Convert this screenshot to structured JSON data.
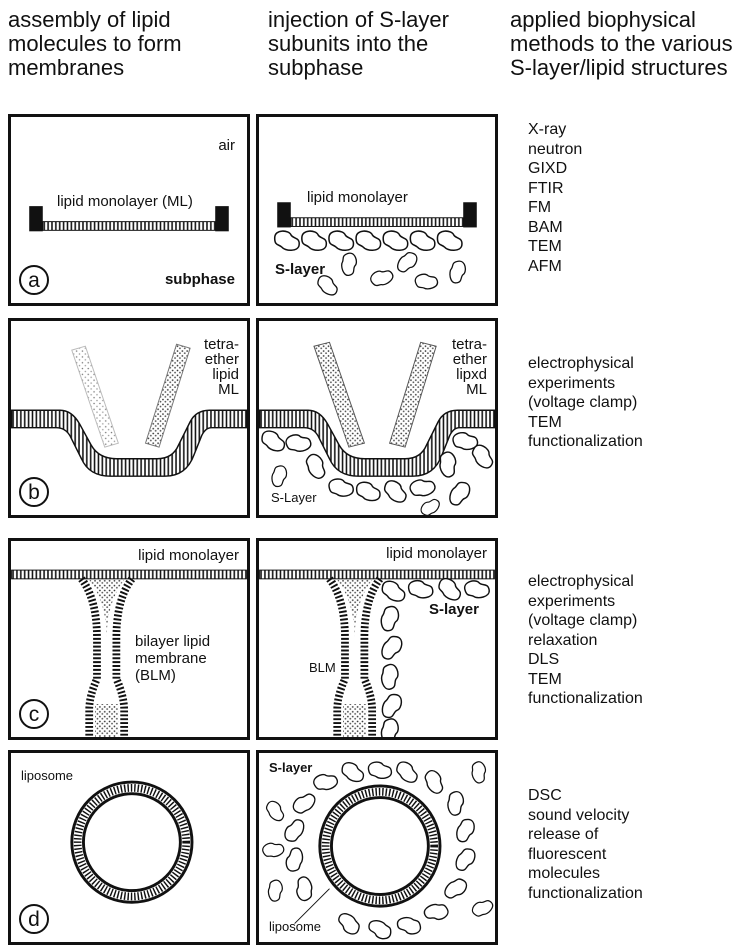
{
  "headers": {
    "col1": "assembly of  lipid\nmolecules to form\nmembranes",
    "col2": "injection of S-layer\nsubunits into the\nsubphase",
    "col3": "applied biophysical\nmethods to the various\nS-layer/lipid structures"
  },
  "rows": [
    {
      "letter": "a",
      "left": {
        "air": "air",
        "ml": "lipid monolayer (ML)",
        "subphase": "subphase"
      },
      "right": {
        "ml": "lipid monolayer",
        "slayer": "S-layer"
      },
      "methods": [
        "X-ray",
        "neutron",
        "GIXD",
        "FTIR",
        "FM",
        "BAM",
        "TEM",
        "AFM"
      ]
    },
    {
      "letter": "b",
      "left": {
        "ml": "tetra-\nether\nlipid\nML"
      },
      "right": {
        "ml": "tetra-\nether\nlipxd\nML",
        "slayer": "S-Layer"
      },
      "methods": [
        "electrophysical",
        "experiments",
        "(voltage clamp)",
        "TEM",
        "functionalization"
      ]
    },
    {
      "letter": "c",
      "left": {
        "ml": "lipid monolayer",
        "blm": "bilayer lipid\nmembrane\n(BLM)"
      },
      "right": {
        "ml": "lipid monolayer",
        "slayer": "S-layer",
        "blm": "BLM"
      },
      "methods": [
        "electrophysical",
        "experiments",
        "(voltage clamp)",
        "relaxation",
        "DLS",
        "TEM",
        "functionalization"
      ]
    },
    {
      "letter": "d",
      "left": {
        "liposome": "liposome"
      },
      "right": {
        "slayer": "S-layer",
        "liposome": "liposome"
      },
      "methods": [
        "DSC",
        "sound velocity",
        "release of",
        "fluorescent",
        "molecules",
        "functionalization"
      ]
    }
  ]
}
